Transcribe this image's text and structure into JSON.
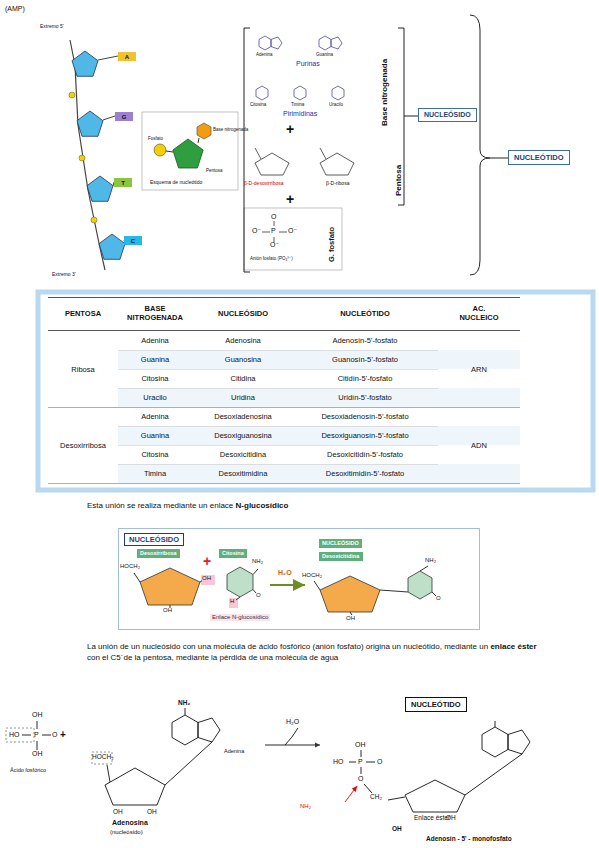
{
  "diagram": {
    "nodes": [
      {
        "text": [
          "NUCLEÓSIDO"
        ]
      },
      {
        "text": [
          "NUCLEÓTIDO"
        ]
      },
      {
        "text": [
          "NUCLEÓSIDO"
        ]
      },
      {
        "text": [
          "Desoxirribosa"
        ],
        "in": 2
      },
      {
        "text": [
          "Citosina"
        ],
        "in": 2
      },
      {
        "text": [
          "NUCLEÓSIDO"
        ],
        "in": 2
      },
      {
        "text": [
          "Desoxicitidina"
        ],
        "in": 2
      },
      {
        "text": [
          "NUCLEÓTIDO"
        ]
      }
    ],
    "labels": [
      "Extremo 5'",
      "Extremo 3'",
      "A",
      "G",
      "T",
      "C",
      "Fosfato",
      "Base nitrogenada",
      "Pentosa",
      "Esquema de nucleótido",
      "Adenina",
      "Guanina",
      "Purinas",
      "Citosina",
      "Timina",
      "Uracilo",
      "Pirimidinas",
      "Base nitrogenada",
      "+",
      "β-D-desoxirribosa",
      "β-D-ribosa",
      "Pentosa",
      "+",
      "O",
      "P",
      "O⁻",
      "O⁻",
      "O⁻",
      "Anión fosfato (PO₄³⁻)",
      "G. fosfato",
      "PENTOSA",
      "BASE NITROGENADA",
      "NUCLEÓSIDO",
      "NUCLEÓTIDO",
      "AC. NUCLEICO",
      "Ribosa",
      "Adenina",
      "Adenosina",
      "Adenosín-5’-fosfato",
      "Guanina",
      "Guanosina",
      "Guanosín-5’-fosfato",
      "Citosina",
      "Citidina",
      "Citidín-5’-fosfato",
      "Uracilo",
      "Uridina",
      "Uridín-5’-fosfato",
      "ARN",
      "Desoxirribosa",
      "Adenina",
      "Desoxiadenosina",
      "Desoxiadenosín-5’-fosfato",
      "Guanina",
      "Desoxiguanosina",
      "Desoxiguanosín-5’-fosfato",
      "Citosina",
      "Desoxicitidina",
      "Desoxicitidín-5’-fosfato",
      "Timina",
      "Desoxitimidina",
      "Desoxitimidín-5’-fosfato",
      "ADN",
      "Esta unión se realiza mediante un enlace",
      "N-glucosídico",
      "HOCH₂",
      "OH",
      "OH",
      "NH₂",
      "H",
      "O",
      "+",
      "Enlace N-glucosídico",
      "H₂O",
      "HOCH₂",
      "OH",
      "NH₂",
      "O",
      "La unión de un nucleósido con una molécula de ácido fosfórico (anión fosfato) origina un nucleótido, mediante un",
      "enlace éster",
      "con el C5´de la pentosa, mediante la pérdida de una molécula de agua",
      "OH",
      "HO",
      "P",
      "O",
      "OH",
      "+",
      "Ácido fosfórico",
      "HOCH₂",
      "NH₂",
      "Adenina",
      "OH",
      "OH",
      "Adenosina",
      "(nucleósido)",
      "H₂O",
      "OH",
      "HO",
      "P",
      "O",
      "O",
      "CH₂",
      "NH₂",
      "Enlace éster",
      "OH",
      "OH",
      "Adenosín - 5' - monofosfato",
      "(AMP)"
    ]
  }
}
